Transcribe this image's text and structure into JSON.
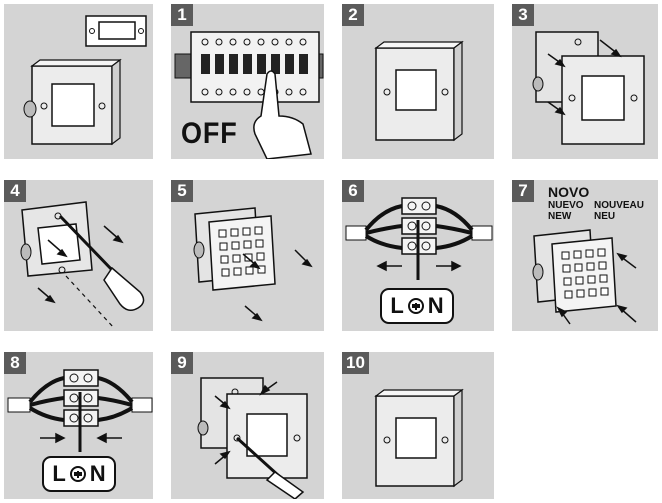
{
  "panels": [
    {
      "number": ""
    },
    {
      "number": "1",
      "caption": "OFF"
    },
    {
      "number": "2"
    },
    {
      "number": "3"
    },
    {
      "number": "4"
    },
    {
      "number": "5"
    },
    {
      "number": "6",
      "terminal_left": "L",
      "terminal_right": "N"
    },
    {
      "number": "7",
      "languages": [
        "NOVO",
        "NUEVO",
        "NOUVEAU",
        "NEW",
        "NEU"
      ]
    },
    {
      "number": "8",
      "terminal_left": "L",
      "terminal_right": "N"
    },
    {
      "number": "9"
    },
    {
      "number": "10"
    }
  ],
  "colors": {
    "panel_bg": "#d4d4d4",
    "badge_bg": "#5b5b5b",
    "badge_text": "#ffffff",
    "plate": "#ececec",
    "line": "#111111"
  }
}
